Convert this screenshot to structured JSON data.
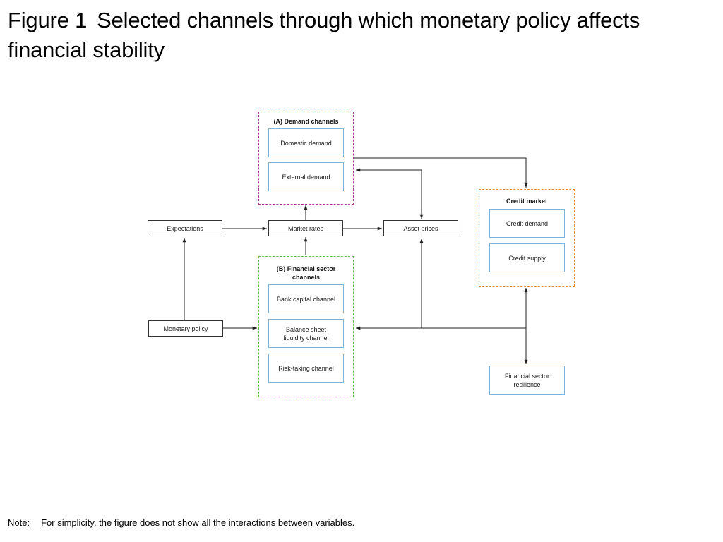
{
  "figure": {
    "label": "Figure 1",
    "title": "Selected channels through which monetary policy affects financial stability"
  },
  "note": {
    "label": "Note:",
    "text": "For simplicity, the figure does not show all the interactions between variables."
  },
  "colors": {
    "demand_group": "#b0309a",
    "financial_group": "#5dbb46",
    "credit_group": "#e98a2b",
    "inner_box_border": "#7eb3d6",
    "plain_box_border": "#333333",
    "arrow": "#222222"
  },
  "groups": {
    "demand": {
      "title": "(A) Demand channels",
      "items": [
        "Domestic demand",
        "External demand"
      ]
    },
    "financial": {
      "title_line1": "(B) Financial sector",
      "title_line2": "channels",
      "items": [
        "Bank capital channel",
        "Balance sheet",
        "liquidity channel",
        "Risk-taking channel"
      ]
    },
    "credit": {
      "title": "Credit market",
      "items": [
        "Credit demand",
        "Credit supply"
      ]
    }
  },
  "nodes": {
    "expectations": "Expectations",
    "market_rates": "Market rates",
    "asset_prices": "Asset prices",
    "monetary_policy": "Monetary policy",
    "resilience_line1": "Financial sector",
    "resilience_line2": "resilience"
  }
}
